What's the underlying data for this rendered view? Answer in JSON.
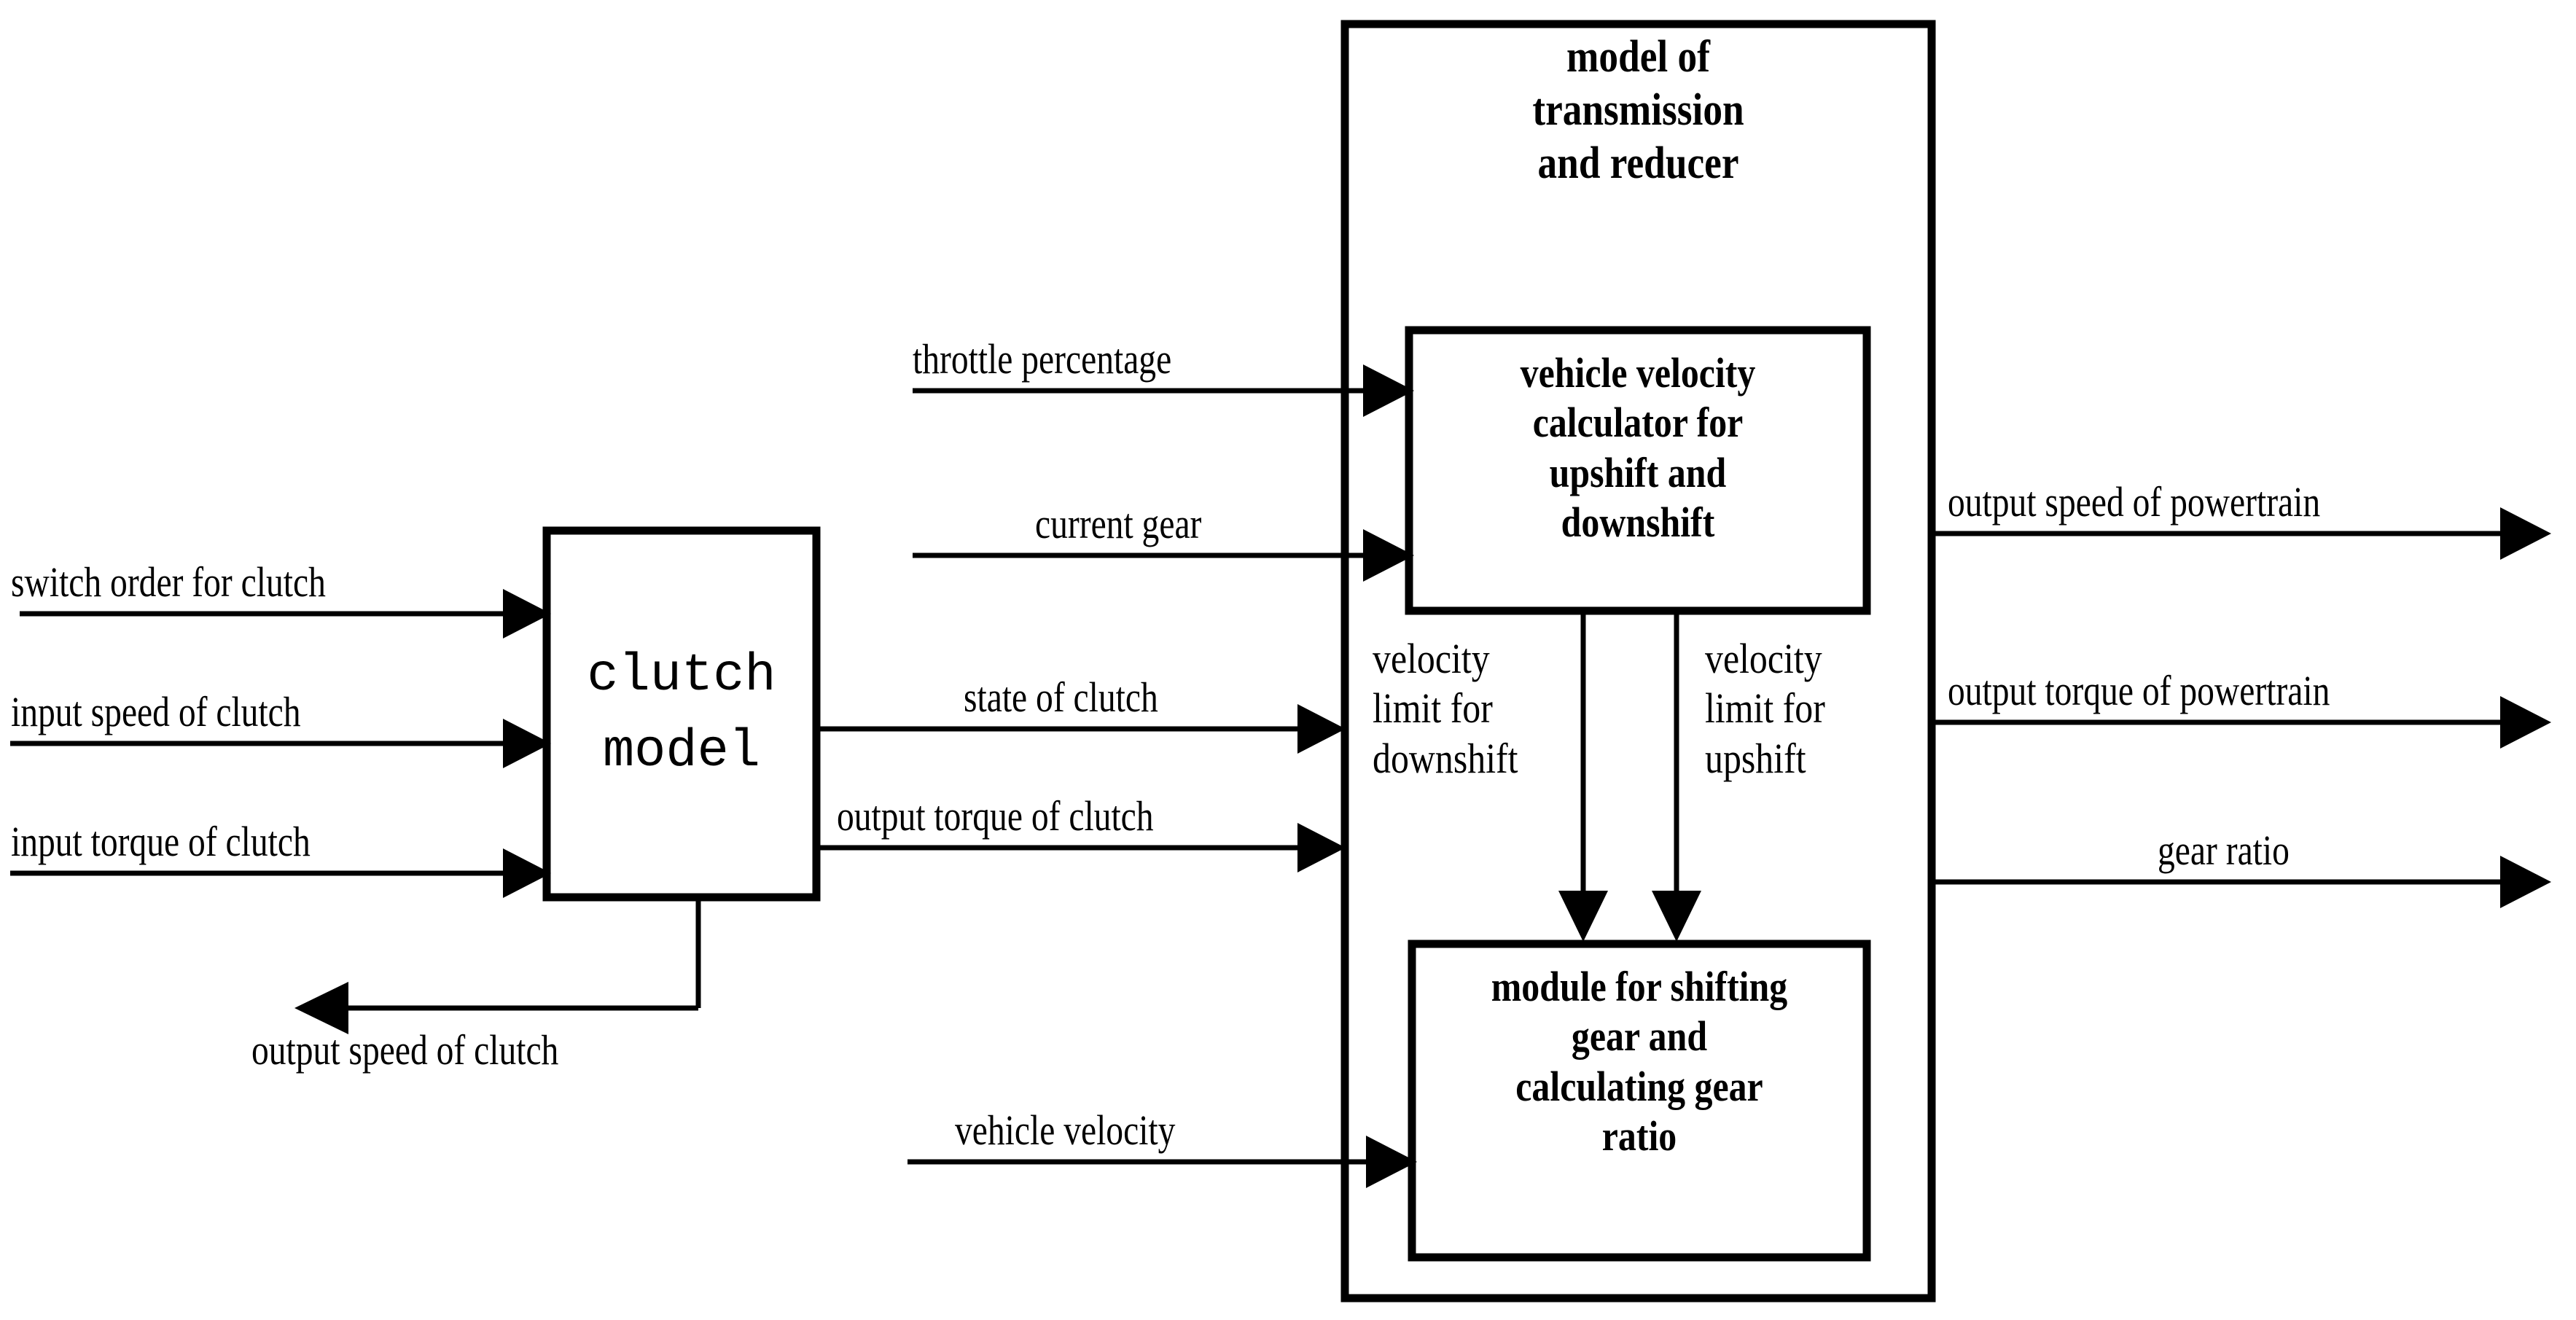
{
  "diagram": {
    "title_block": {
      "name": "model of transmission and reducer",
      "lines": [
        "model of",
        "transmission",
        "and reducer"
      ]
    },
    "blocks": [
      {
        "id": "clutch-model",
        "lines": [
          "clutch",
          "model"
        ],
        "style": "monospace"
      },
      {
        "id": "velocity-calculator",
        "lines": [
          "vehicle velocity",
          "calculator for",
          "upshift and",
          "downshift"
        ],
        "style": "bold-serif"
      },
      {
        "id": "shift-module",
        "lines": [
          "module for shifting",
          "gear and",
          "calculating gear",
          "ratio"
        ],
        "style": "bold-serif"
      }
    ],
    "clutch_inputs": [
      {
        "id": "switch-order-for-clutch",
        "label": "switch order for clutch"
      },
      {
        "id": "input-speed-of-clutch",
        "label": "input speed of clutch"
      },
      {
        "id": "input-torque-of-clutch",
        "label": "input torque of clutch"
      }
    ],
    "clutch_outputs": [
      {
        "id": "output-speed-of-clutch",
        "label": "output speed of clutch"
      }
    ],
    "transmission_inputs": [
      {
        "id": "throttle-percentage",
        "label": "throttle percentage"
      },
      {
        "id": "current-gear",
        "label": "current gear"
      },
      {
        "id": "state-of-clutch",
        "label": "state of clutch"
      },
      {
        "id": "output-torque-of-clutch",
        "label": "output torque of clutch"
      },
      {
        "id": "vehicle-velocity",
        "label": "vehicle velocity"
      }
    ],
    "internal_signals": [
      {
        "id": "velocity-limit-for-downshift",
        "lines": [
          "velocity",
          "limit for",
          "downshift"
        ]
      },
      {
        "id": "velocity-limit-for-upshift",
        "lines": [
          "velocity",
          "limit for",
          "upshift"
        ]
      }
    ],
    "transmission_outputs": [
      {
        "id": "output-speed-of-powertrain",
        "label": "output speed of powertrain"
      },
      {
        "id": "output-torque-of-powertrain",
        "label": "output torque of powertrain"
      },
      {
        "id": "gear-ratio",
        "label": "gear ratio"
      }
    ],
    "colors": {
      "stroke": "#000000",
      "background": "#ffffff"
    }
  }
}
